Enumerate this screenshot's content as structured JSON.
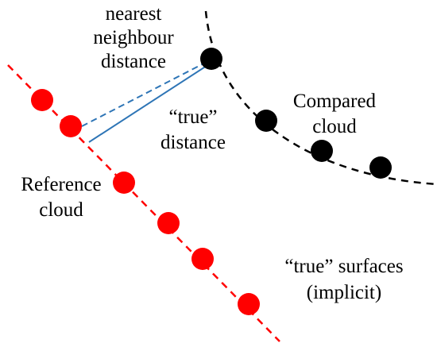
{
  "labels": {
    "nearest_line1": "nearest",
    "nearest_line2": "neighbour",
    "nearest_line3": "distance",
    "true_line1": "“true”",
    "true_line2": "distance",
    "compared_line1": "Compared",
    "compared_line2": "cloud",
    "reference_line1": "Reference",
    "reference_line2": "cloud",
    "surfaces_line1": "“true” surfaces",
    "surfaces_line2": "(implicit)"
  },
  "colors": {
    "reference_points": "#ff0000",
    "reference_surface": "#ff0000",
    "compared_points": "#000000",
    "compared_surface": "#000000",
    "nearest_neighbour_line": "#2e75b6",
    "true_distance_line": "#2e75b6"
  }
}
